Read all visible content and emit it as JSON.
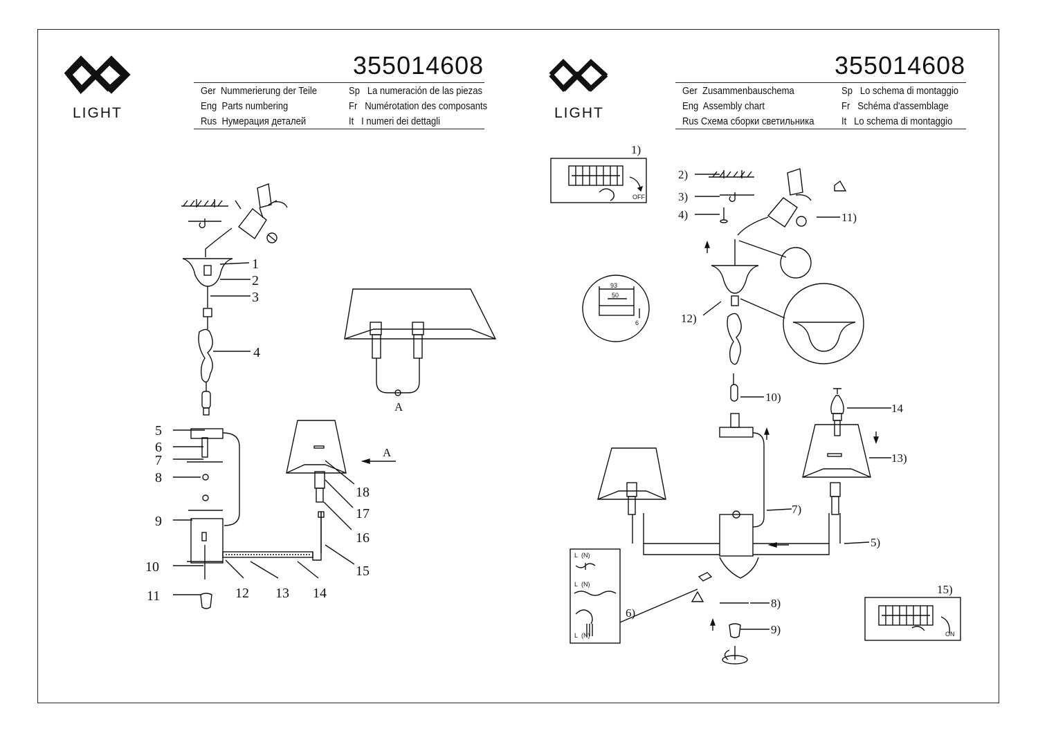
{
  "brand": {
    "logo_text": "LIGHT",
    "logo_icon": "mw-light-logo-icon"
  },
  "product_code": "355014608",
  "left_page": {
    "headings_left": [
      {
        "lang": "Ger",
        "text": "Nummerierung der Teile"
      },
      {
        "lang": "Eng",
        "text": "Parts numbering"
      },
      {
        "lang": "Rus",
        "text": "Нумерация деталей"
      }
    ],
    "headings_right": [
      {
        "lang": "Sp",
        "text": "La numeración de las piezas"
      },
      {
        "lang": "Fr",
        "text": "Numérotation des composants"
      },
      {
        "lang": "It",
        "text": "I numeri dei dettagli"
      }
    ],
    "part_labels": [
      "1",
      "2",
      "3",
      "4",
      "5",
      "6",
      "7",
      "8",
      "9",
      "10",
      "11",
      "12",
      "13",
      "14",
      "15",
      "16",
      "17",
      "18"
    ],
    "view_label": "A"
  },
  "right_page": {
    "headings_left": [
      {
        "lang": "Ger",
        "text": "Zusammenbauschema"
      },
      {
        "lang": "Eng",
        "text": "Assembly chart"
      },
      {
        "lang": "Rus",
        "text": "Схема сборки светильника"
      }
    ],
    "headings_right": [
      {
        "lang": "Sp",
        "text": "Lo schema di montaggio"
      },
      {
        "lang": "Fr",
        "text": "Schéma d'assemblage"
      },
      {
        "lang": "It",
        "text": "Lo schema di montaggio"
      }
    ],
    "step_labels": [
      "1)",
      "2)",
      "3)",
      "4)",
      "5)",
      "6)",
      "7)",
      "8)",
      "9)",
      "10)",
      "11)",
      "12)",
      "13)",
      "14",
      "15)"
    ],
    "dim_93": "93",
    "dim_50": "50",
    "dim_6": "6",
    "off_label": "OFF",
    "on_label": "ON",
    "wire_labels": [
      "L",
      "(N)"
    ]
  }
}
